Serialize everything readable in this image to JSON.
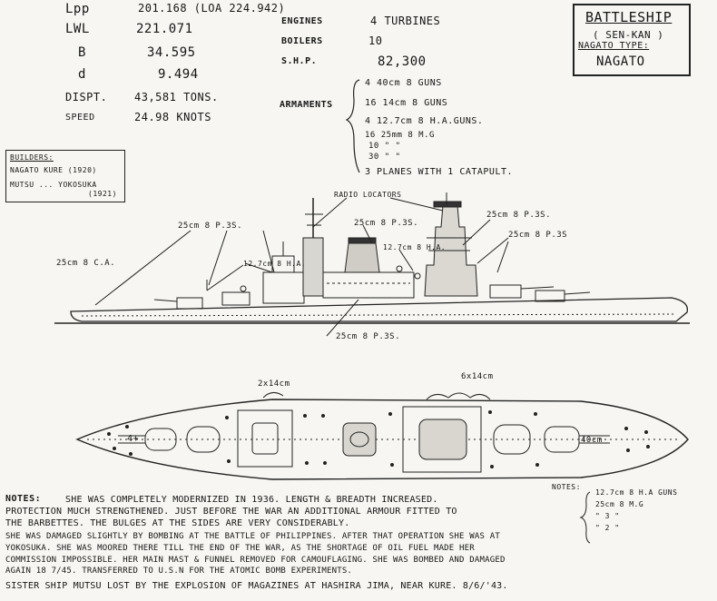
{
  "dims": {
    "lpp": {
      "label": "Lpp",
      "value": "201.168 (LOA 224.942)"
    },
    "lwl": {
      "label": "LWL",
      "value": "221.071"
    },
    "b": {
      "label": "B",
      "value": "34.595"
    },
    "d": {
      "label": "d",
      "value": "9.494"
    },
    "dispt": {
      "label": "DISPT.",
      "value": "43,581 TONS."
    },
    "speed": {
      "label": "SPEED",
      "value": "24.98 KNOTS"
    }
  },
  "machinery": {
    "engines": {
      "label": "ENGINES",
      "value": "4 TURBINES"
    },
    "boilers": {
      "label": "BOILERS",
      "value": "10"
    },
    "shp": {
      "label": "S.H.P.",
      "value": "82,300"
    }
  },
  "armaments": {
    "label": "ARMAMENTS",
    "items": [
      "4  40cm 8 GUNS",
      "16  14cm 8 GUNS",
      "4  12.7cm 8 H.A.GUNS.",
      "16  25mm 8 M.G",
      "10   \"   \"",
      "30   \"   \"",
      "3  PLANES WITH 1 CATAPULT."
    ]
  },
  "title": {
    "line1": "BATTLESHIP",
    "line2": "( SEN-KAN )",
    "line3": "NAGATO TYPE:",
    "line4": "NAGATO"
  },
  "builders": {
    "heading": "BUILDERS:",
    "line1": "NAGATO  KURE (1920)",
    "line2": "MUTSU ... YOKOSUKA",
    "line3": "(1921)"
  },
  "profile_labels": {
    "radio": "RADIO LOCATORS",
    "l1": "25cm 8 P.3S.",
    "l2": "25cm 8 P.3S.",
    "l3": "25cm 8 P.3S.",
    "l4": "25cm 8 P.3S",
    "l5": "25cm 8 C.A.",
    "l6": "12.7cm 8 H.A.",
    "l7": "12.7cm 8 H.A.",
    "l8": "25cm 8 P.3S."
  },
  "plan_labels": {
    "twin": "2x14cm",
    "six": "6x14cm",
    "fourty_a": "4+",
    "fourty_b": "40cm"
  },
  "legend": {
    "heading": "NOTES:",
    "items": [
      "12.7cm 8 H.A GUNS",
      "25cm 8 M.G",
      "\"   3   \"",
      "\"   2   \""
    ]
  },
  "notes": {
    "heading": "NOTES:",
    "lines": [
      "SHE WAS COMPLETELY MODERNIZED IN 1936.  LENGTH & BREADTH INCREASED.",
      "PROTECTION MUCH STRENGTHENED.  JUST BEFORE THE WAR AN ADDITIONAL ARMOUR FITTED TO",
      "THE BARBETTES.  THE BULGES AT THE SIDES ARE VERY CONSIDERABLY.",
      "SHE WAS DAMAGED SLIGHTLY BY BOMBING AT THE BATTLE OF PHILIPPINES.  AFTER THAT OPERATION SHE WAS AT",
      "YOKOSUKA.  SHE WAS MOORED THERE TILL THE END OF THE WAR, AS THE SHORTAGE OF OIL FUEL MADE HER",
      "COMMISSION IMPOSSIBLE. HER MAIN MAST & FUNNEL REMOVED FOR CAMOUFLAGING.  SHE WAS BOMBED AND DAMAGED",
      "AGAIN 18 7/45.   TRANSFERRED TO U.S.N FOR THE ATOMIC BOMB EXPERIMENTS.",
      "SISTER SHIP MUTSU LOST BY THE EXPLOSION OF MAGAZINES AT HASHIRA JIMA, NEAR KURE. 8/6/'43."
    ]
  }
}
